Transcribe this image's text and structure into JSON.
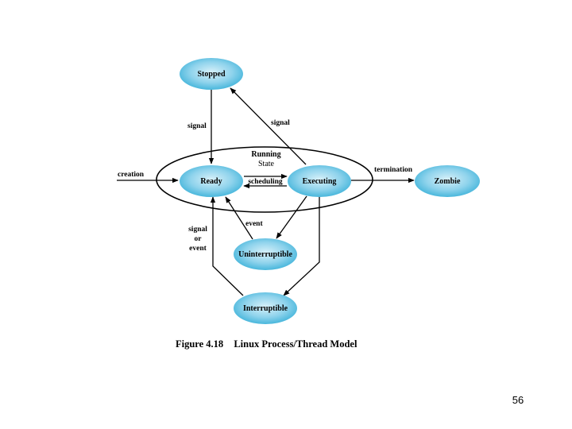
{
  "states": {
    "stopped": "Stopped",
    "ready": "Ready",
    "executing": "Executing",
    "zombie": "Zombie",
    "uninterruptible": "Uninterruptible",
    "interruptible": "Interruptible"
  },
  "running_state": {
    "line1": "Running",
    "line2": "State"
  },
  "edges": {
    "creation": "creation",
    "termination": "termination",
    "scheduling": "scheduling",
    "signal_to_ready": "signal",
    "signal_to_stopped": "signal",
    "event": "event",
    "signal_or_event": {
      "line1": "signal",
      "line2": "or",
      "line3": "event"
    }
  },
  "caption": {
    "figure": "Figure 4.18",
    "title": "Linux Process/Thread Model"
  },
  "page_number": "56",
  "colors": {
    "state_fill_center": "#c9eaf5",
    "state_fill_edge": "#3bb3d9",
    "line": "#000000"
  }
}
